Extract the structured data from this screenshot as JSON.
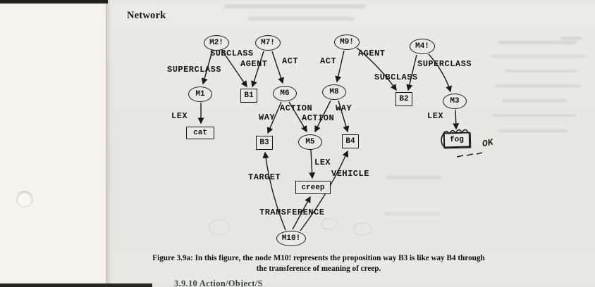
{
  "page": {
    "heading": "Network",
    "caption_line1": "Figure 3.9a: In this figure, the node M10! represents the proposition way B3 is like way B4 through",
    "caption_line2": "the transference of meaning of creep.",
    "bottom_cropped_text": "3.9.10 Action/Object/S",
    "handwritten_note": "OK"
  },
  "network": {
    "nodes": [
      {
        "id": "M2",
        "label": "M2!",
        "shape": "ellipse"
      },
      {
        "id": "M7",
        "label": "M7!",
        "shape": "ellipse"
      },
      {
        "id": "M9",
        "label": "M9!",
        "shape": "ellipse"
      },
      {
        "id": "M4",
        "label": "M4!",
        "shape": "ellipse"
      },
      {
        "id": "M1",
        "label": "M1",
        "shape": "ellipse"
      },
      {
        "id": "M6",
        "label": "M6",
        "shape": "ellipse"
      },
      {
        "id": "M8",
        "label": "M8",
        "shape": "ellipse"
      },
      {
        "id": "M3",
        "label": "M3",
        "shape": "ellipse"
      },
      {
        "id": "M5",
        "label": "M5",
        "shape": "ellipse"
      },
      {
        "id": "M10",
        "label": "M10!",
        "shape": "ellipse"
      },
      {
        "id": "B1",
        "label": "B1",
        "shape": "box"
      },
      {
        "id": "B2",
        "label": "B2",
        "shape": "box"
      },
      {
        "id": "B3",
        "label": "B3",
        "shape": "box"
      },
      {
        "id": "B4",
        "label": "B4",
        "shape": "box"
      },
      {
        "id": "cat",
        "label": "cat",
        "shape": "box"
      },
      {
        "id": "creep",
        "label": "creep",
        "shape": "box"
      },
      {
        "id": "fog",
        "label": "fog",
        "shape": "box"
      }
    ],
    "edge_labels": [
      {
        "text": "SUPERCLASS"
      },
      {
        "text": "SUBCLASS"
      },
      {
        "text": "AGENT"
      },
      {
        "text": "ACT"
      },
      {
        "text": "ACT"
      },
      {
        "text": "AGENT"
      },
      {
        "text": "SUBCLASS"
      },
      {
        "text": "SUPERCLASS"
      },
      {
        "text": "LEX"
      },
      {
        "text": "WAY"
      },
      {
        "text": "ACTION"
      },
      {
        "text": "ACTION"
      },
      {
        "text": "WAY"
      },
      {
        "text": "LEX"
      },
      {
        "text": "LEX"
      },
      {
        "text": "TARGET"
      },
      {
        "text": "VEHICLE"
      },
      {
        "text": "TRANSFERENCE"
      }
    ]
  }
}
